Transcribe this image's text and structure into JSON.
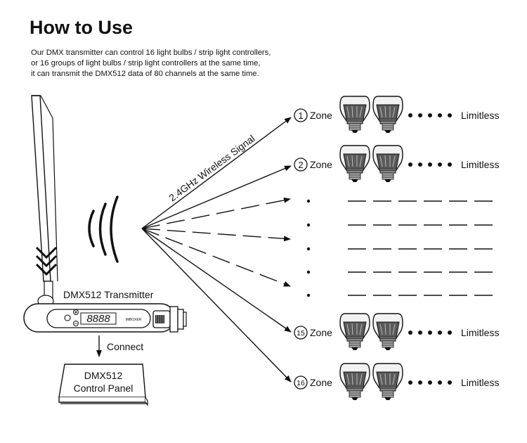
{
  "title": "How to Use",
  "description": [
    "Our DMX transmitter can control 16 light bulbs / strip light controllers,",
    "or 16 groups of light bulbs / strip light controllers at the same time,",
    "it can transmit the DMX512 data of 80 channels at the same time."
  ],
  "signal_label": "2.4GHz Wireless Signal",
  "transmitter": {
    "label": "DMX512 Transmitter",
    "display": "8888",
    "brand": "MiBOXER"
  },
  "connect_label": "Connect",
  "control_panel": {
    "line1": "DMX512",
    "line2": "Control Panel"
  },
  "zones": [
    {
      "number": "1",
      "label": "Zone",
      "limit": "Limitless"
    },
    {
      "number": "2",
      "label": "Zone",
      "limit": "Limitless"
    },
    {
      "number": "15",
      "label": "Zone",
      "limit": "Limitless"
    },
    {
      "number": "16",
      "label": "Zone",
      "limit": "Limitless"
    }
  ],
  "colors": {
    "ink": "#111111",
    "background": "#ffffff",
    "bulb_glass": "#f2f2f2"
  }
}
